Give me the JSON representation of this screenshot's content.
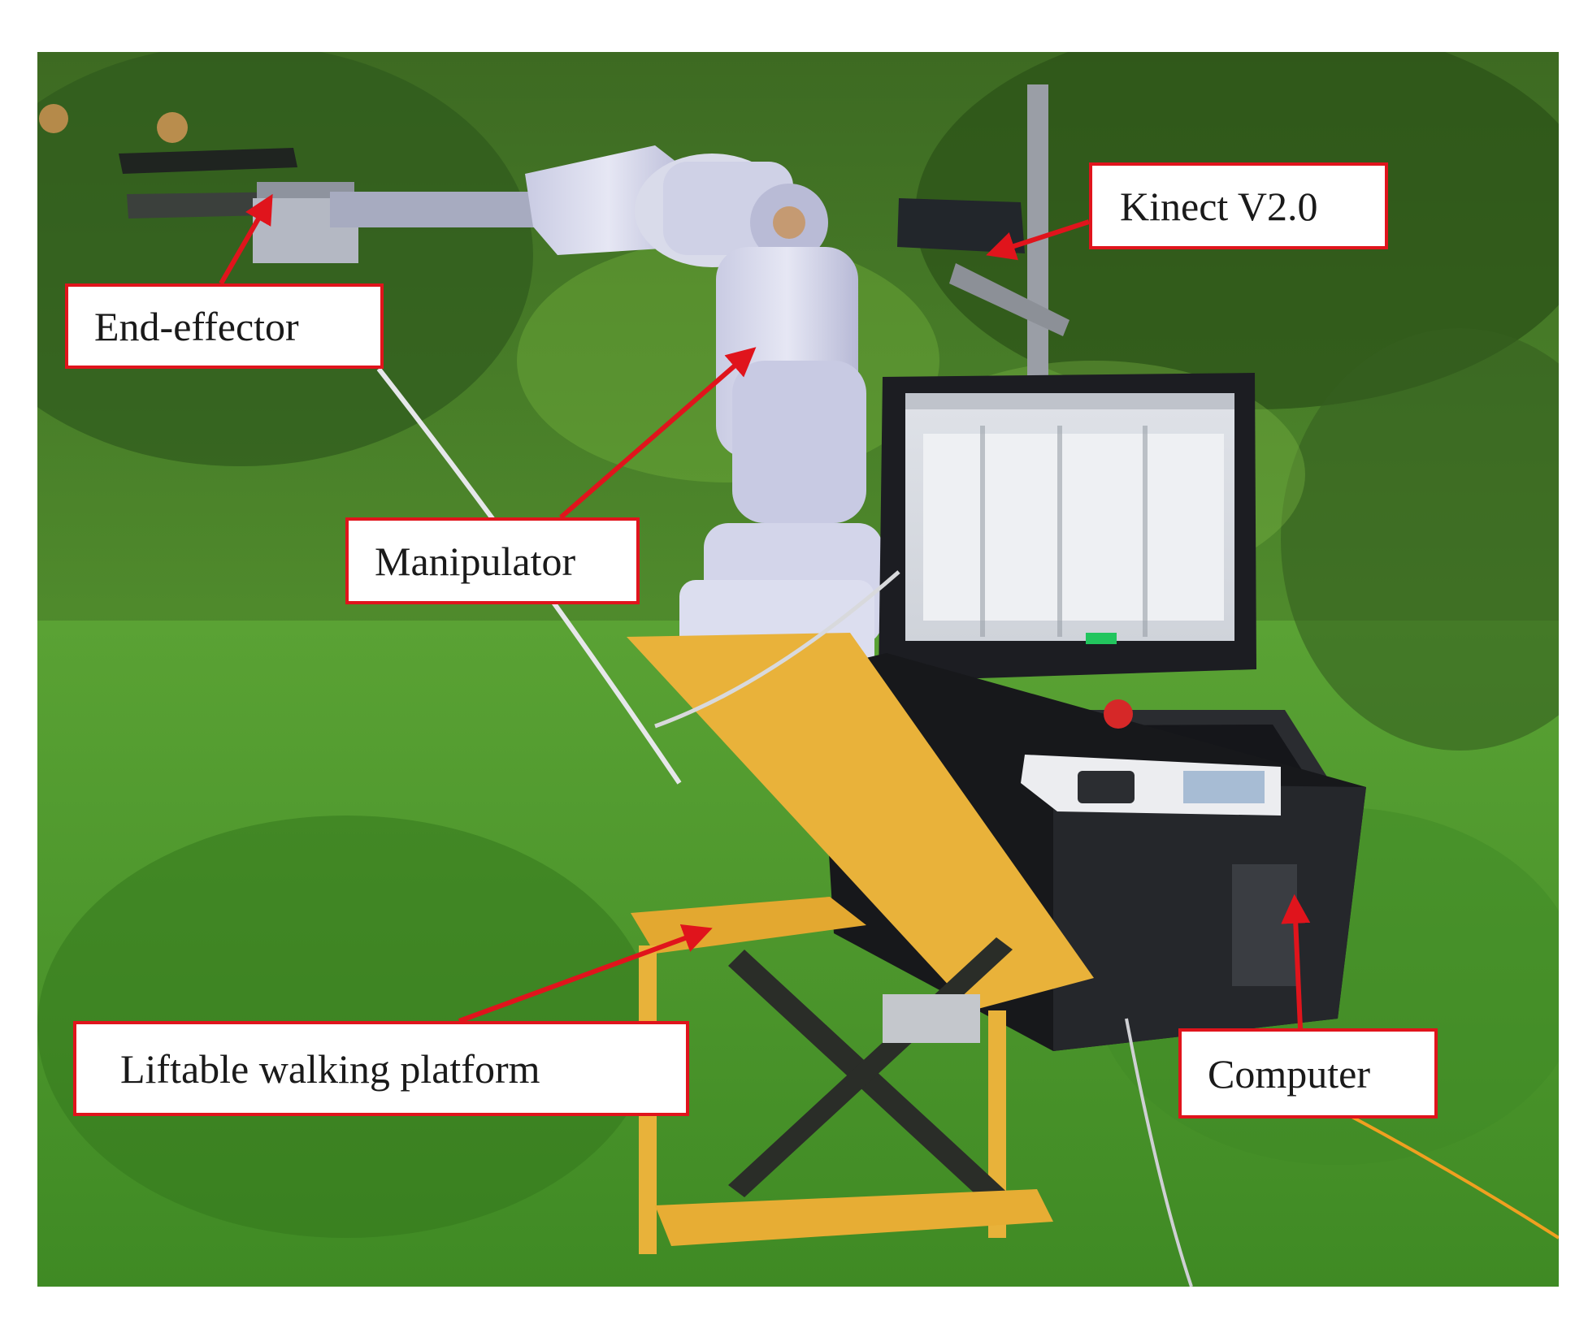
{
  "labels": {
    "end_effector": "End-effector",
    "kinect": "Kinect V2.0",
    "manipulator": "Manipulator",
    "lift_platform": "Liftable walking platform",
    "computer": "Computer"
  },
  "colors": {
    "label_border": "#e0141c",
    "arrow": "#e0141c",
    "label_text": "#1a1a1a",
    "label_fill": "#ffffff"
  }
}
